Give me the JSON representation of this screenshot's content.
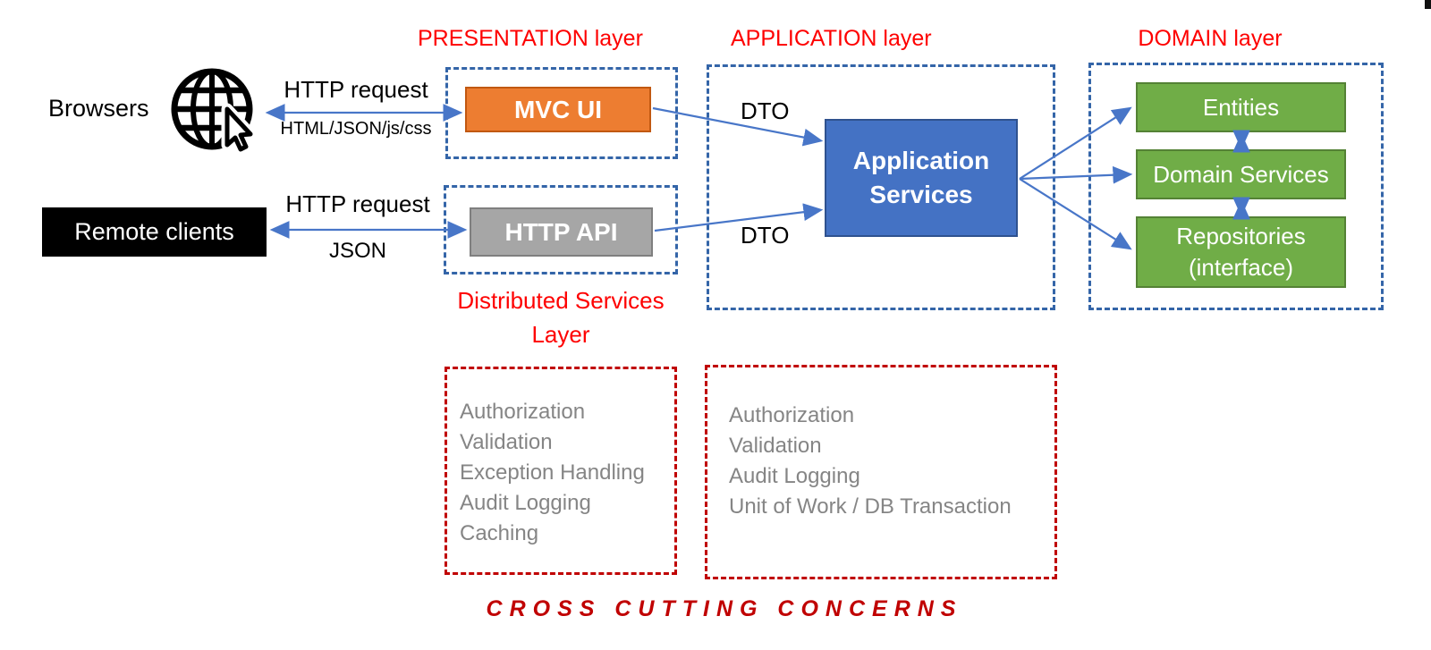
{
  "colors": {
    "red_label": "#FE0000",
    "red_box": "#C00000",
    "orange": "#ED7D31",
    "orange_dark": "#C15811",
    "gray_fill": "#A6A6A6",
    "gray_dark": "#7F7F7F",
    "blue": "#4472C4",
    "blue_dark": "#2F528F",
    "green": "#70AD47",
    "green_dark": "#548235",
    "gray_text": "#858585",
    "dashed_blue": "#3465A8",
    "arrow_blue": "#4876C8"
  },
  "clients": {
    "browsers_label": "Browsers",
    "remote_clients_label": "Remote clients"
  },
  "edges": {
    "browsers_request_top": "HTTP request",
    "browsers_request_bottom": "HTML/JSON/js/css",
    "remote_request_top": "HTTP request",
    "remote_request_bottom": "JSON",
    "dto_top": "DTO",
    "dto_bottom": "DTO"
  },
  "layers": {
    "presentation": {
      "label": "PRESENTATION layer",
      "node": "MVC UI"
    },
    "distributed": {
      "label_line1": "Distributed Services",
      "label_line2": "Layer",
      "node": "HTTP API"
    },
    "application": {
      "label": "APPLICATION layer",
      "node_line1": "Application",
      "node_line2": "Services"
    },
    "domain": {
      "label": "DOMAIN layer",
      "entities": "Entities",
      "domain_services": "Domain Services",
      "repositories_line1": "Repositories",
      "repositories_line2": "(interface)"
    }
  },
  "concerns": {
    "left": [
      "Authorization",
      "Validation",
      "Exception Handling",
      "Audit Logging",
      "Caching"
    ],
    "right": [
      "Authorization",
      "Validation",
      "Audit Logging",
      "Unit of Work / DB Transaction"
    ]
  },
  "footer": "CROSS CUTTING CONCERNS"
}
